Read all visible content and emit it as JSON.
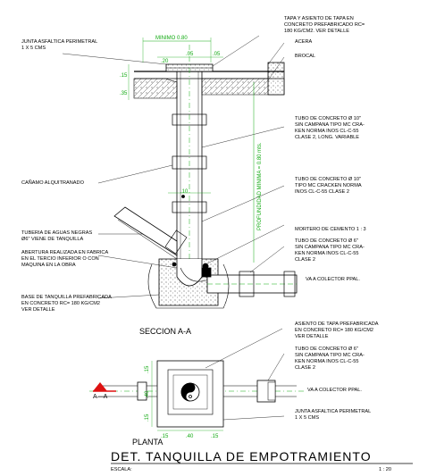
{
  "section": {
    "title": "SECCION A-A",
    "notes": {
      "tapa": [
        "TAPA Y ASIENTO DE TAPA EN",
        "CONCRETO PREFABRICADO Rc=",
        "180 Kg/cm2. VER DETALLE"
      ],
      "junta": [
        "JUNTA ASFALTICA PERIMETRAL",
        "1 x 5 cms"
      ],
      "acera": [
        "ACERA"
      ],
      "brocal": [
        "BROCAL"
      ],
      "tubo10a": [
        "TUBO DE CONCRETO Ø 10\"",
        "SIN CAMPANA TIPO Mc CRA-",
        "KEN NORMA INOS CL-C-55",
        "CLASE 2, LONG. VARIABLE"
      ],
      "canamo": [
        "CAÑAMO ALQUITRANADO"
      ],
      "tubo10b": [
        "TUBO DE CONCRETO Ø 10\"",
        "TIPO Mc CRACKEN NORMA",
        "INOS CL-C-55 CLASE 2"
      ],
      "tuberia": [
        "TUBERIA DE AGUAS NEGRAS",
        "Ø6\" VIENE DE TANQUILLA"
      ],
      "mortero": [
        "MORTERO DE CEMENTO 1 : 3"
      ],
      "tubo6": [
        "TUBO DE CONCRETO Ø 6\"",
        "SIN CAMPANA TIPO Mc CRA-",
        "KEN NORMA INOS CL-C-55",
        "CLASE 2"
      ],
      "abertura": [
        "ABERTURA REALIZADA EN FABRICA",
        "EN EL TERCIO INFERIOR O CON",
        "MAQUINA EN LA OBRA"
      ],
      "colector": [
        "VA A COLECTOR PPAL."
      ],
      "base": [
        "BASE DE TANQUILLA PREFABRICADA",
        "EN CONCRETO Rc= 180 Kg/cm2",
        "VER DETALLE"
      ]
    },
    "dims": {
      "minimo": "MINIMO 0.80",
      "d05a": ".05",
      "d05b": ".05",
      "d20": ".20",
      "d15": ".15",
      "d35": ".35",
      "d10": ".10",
      "profundidad": "PROFUNDIDAD MINIMA = 0.80 mts."
    }
  },
  "plan": {
    "title": "PLANTA",
    "marker": "A—A",
    "notes": {
      "asiento": [
        "ASIENTO DE TAPA PREFABRICADA",
        "EN CONCRETO Rc= 180 Kg/cm2",
        "VER DETALLE"
      ],
      "tubo6": [
        "TUBO DE CONCRETO Ø 6\"",
        "SIN CAMPANA TIPO Mc CRA-",
        "KEN NORMA INOS CL-C-55",
        "CLASE 2"
      ],
      "colector": [
        "VA A COLECTOR PPAL."
      ],
      "junta": [
        "JUNTA ASFALTICA PERIMETRAL",
        "1 x 5 cms"
      ]
    },
    "dims": {
      "d15a": ".15",
      "d40": ".40",
      "d15b": ".15",
      "v15a": ".15",
      "v40": ".40",
      "v15b": ".15"
    }
  },
  "footer": {
    "main_title": "DET. TANQUILLA DE EMPOTRAMIENTO",
    "scale_label": "ESCALA:",
    "scale_value": "1 : 20"
  }
}
